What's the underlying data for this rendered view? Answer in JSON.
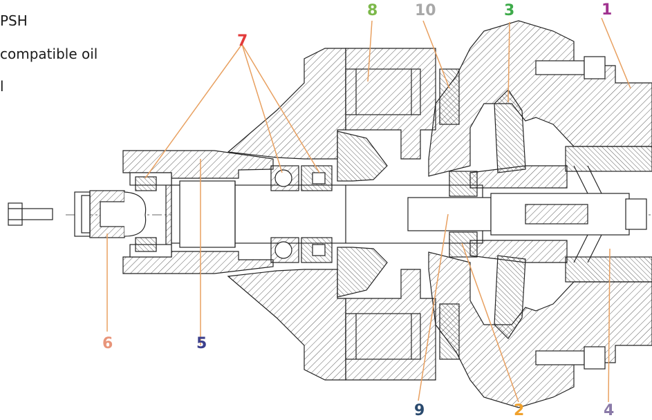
{
  "side_text": [
    "PSH",
    "compatible oil",
    "l"
  ],
  "callouts": {
    "c1": {
      "label": "1",
      "color": "#a0328f"
    },
    "c2": {
      "label": "2",
      "color": "#f0a12c"
    },
    "c3": {
      "label": "3",
      "color": "#3eab4a"
    },
    "c4": {
      "label": "4",
      "color": "#8a7aa8"
    },
    "c5": {
      "label": "5",
      "color": "#3b3f8c"
    },
    "c6": {
      "label": "6",
      "color": "#e8957a"
    },
    "c7": {
      "label": "7",
      "color": "#e23a3a"
    },
    "c8": {
      "label": "8",
      "color": "#7cb84a"
    },
    "c9": {
      "label": "9",
      "color": "#2a4a6e"
    },
    "c10": {
      "label": "10",
      "color": "#a8a8a8"
    }
  },
  "leader_color": "#e8a060"
}
